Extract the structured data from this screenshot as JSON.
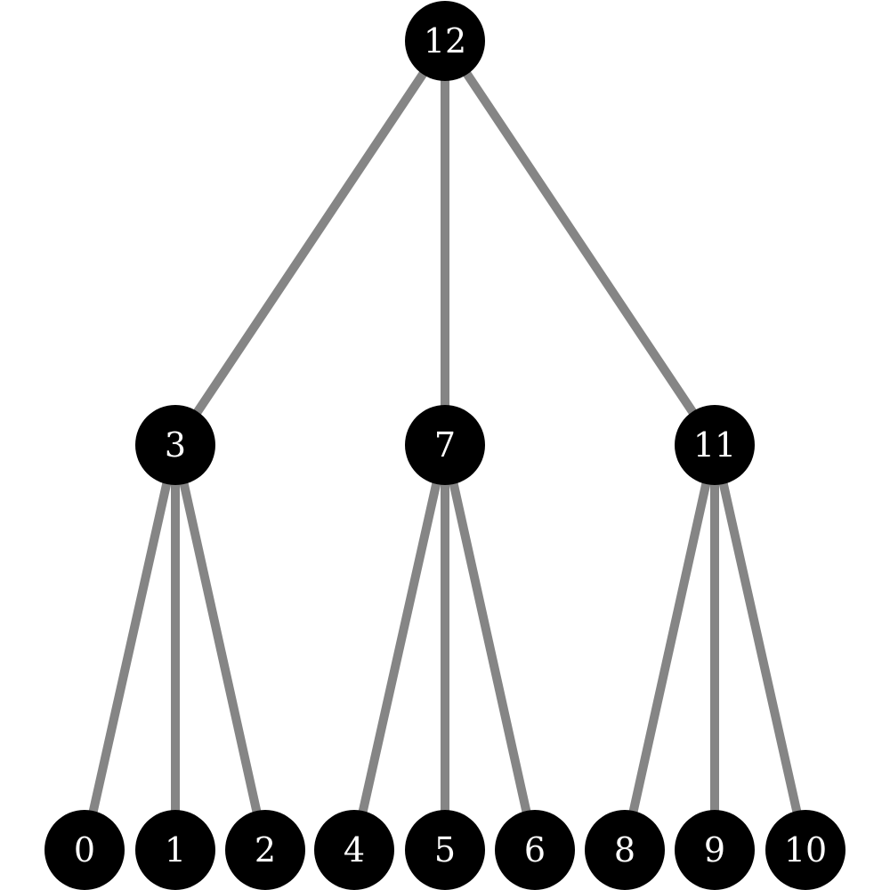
{
  "diagram": {
    "type": "tree",
    "colors": {
      "edge": "#858585",
      "node_fill": "#000000",
      "node_text": "#ffffff",
      "background": "#ffffff"
    },
    "nodes": [
      {
        "id": "12",
        "label": "12",
        "level": 0,
        "order": 0
      },
      {
        "id": "3",
        "label": "3",
        "level": 1,
        "order": 0
      },
      {
        "id": "7",
        "label": "7",
        "level": 1,
        "order": 1
      },
      {
        "id": "11",
        "label": "11",
        "level": 1,
        "order": 2
      },
      {
        "id": "0",
        "label": "0",
        "level": 2,
        "order": 0
      },
      {
        "id": "1",
        "label": "1",
        "level": 2,
        "order": 1
      },
      {
        "id": "2",
        "label": "2",
        "level": 2,
        "order": 2
      },
      {
        "id": "4",
        "label": "4",
        "level": 2,
        "order": 3
      },
      {
        "id": "5",
        "label": "5",
        "level": 2,
        "order": 4
      },
      {
        "id": "6",
        "label": "6",
        "level": 2,
        "order": 5
      },
      {
        "id": "8",
        "label": "8",
        "level": 2,
        "order": 6
      },
      {
        "id": "9",
        "label": "9",
        "level": 2,
        "order": 7
      },
      {
        "id": "10",
        "label": "10",
        "level": 2,
        "order": 8
      }
    ],
    "edges": [
      {
        "from": "12",
        "to": "3"
      },
      {
        "from": "12",
        "to": "7"
      },
      {
        "from": "12",
        "to": "11"
      },
      {
        "from": "3",
        "to": "0"
      },
      {
        "from": "3",
        "to": "1"
      },
      {
        "from": "3",
        "to": "2"
      },
      {
        "from": "7",
        "to": "4"
      },
      {
        "from": "7",
        "to": "5"
      },
      {
        "from": "7",
        "to": "6"
      },
      {
        "from": "11",
        "to": "8"
      },
      {
        "from": "11",
        "to": "9"
      },
      {
        "from": "11",
        "to": "10"
      }
    ]
  }
}
